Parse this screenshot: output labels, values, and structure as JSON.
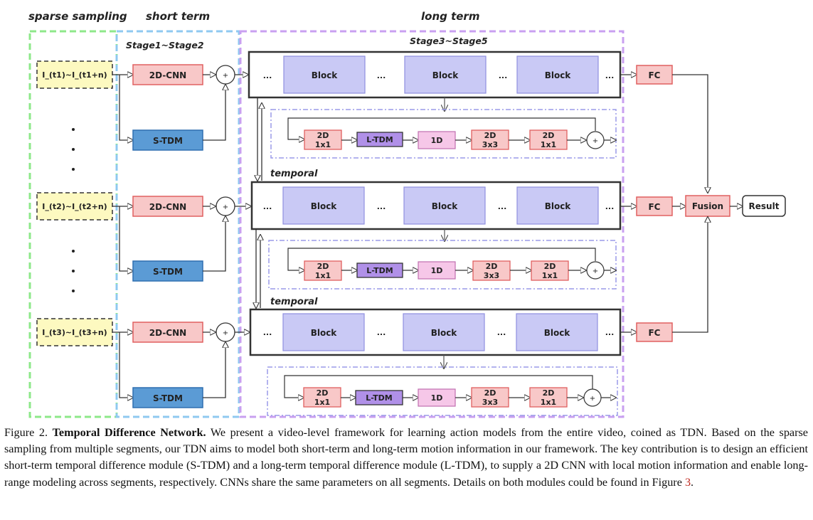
{
  "figure": {
    "regions": {
      "sparse": "sparse sampling",
      "short": "short term",
      "long": "long term"
    },
    "stage_short": "Stage1~Stage2",
    "stage_long": "Stage3~Stage5",
    "inputs": [
      "I_(t1)~I_(t1+n)",
      "I_(t2)~I_(t2+n)",
      "I_(t3)~I_(t3+n)"
    ],
    "cnn_label": "2D-CNN",
    "stdm_label": "S-TDM",
    "block_label": "Block",
    "ellipsis": "...",
    "plus": "+",
    "fc_label": "FC",
    "fusion_label": "Fusion",
    "result_label": "Result",
    "temporal_label": "temporal",
    "ltdm": {
      "conv2d_top": "2D",
      "k1x1": "1x1",
      "k3x3": "3x3",
      "ltdm_label": "L-TDM",
      "conv1d": "1D"
    },
    "colors": {
      "green_border": "#8ee88a",
      "blue_border": "#8fc9f0",
      "purple_border": "#c9a0f0",
      "input_fill": "#fdf9c0",
      "cnn_fill": "#f8c8c8",
      "cnn_border": "#e06060",
      "stdm_fill": "#5b9bd5",
      "block_fill": "#c9c9f5",
      "block_border": "#8f8fe0",
      "ltdm_fill": "#b090e8",
      "conv1d_fill": "#f6c7e8",
      "caption_ref": "#c0281f"
    }
  },
  "caption": {
    "prefix": "Figure 2. ",
    "title": "Temporal Difference Network.",
    "body": " We present a video-level framework for learning action models from the entire video, coined as TDN. Based on the sparse sampling from multiple segments, our TDN aims to model both short-term and long-term motion information in our framework.  The key contribution is to design an efficient short-term temporal difference module (S-TDM) and a long-term temporal difference module (L-TDM), to supply a 2D CNN with local motion information and enable long-range modeling across segments, respectively. CNNs share the same parameters on all segments. Details on both modules could be found in Figure ",
    "ref": "3",
    "suffix": "."
  }
}
